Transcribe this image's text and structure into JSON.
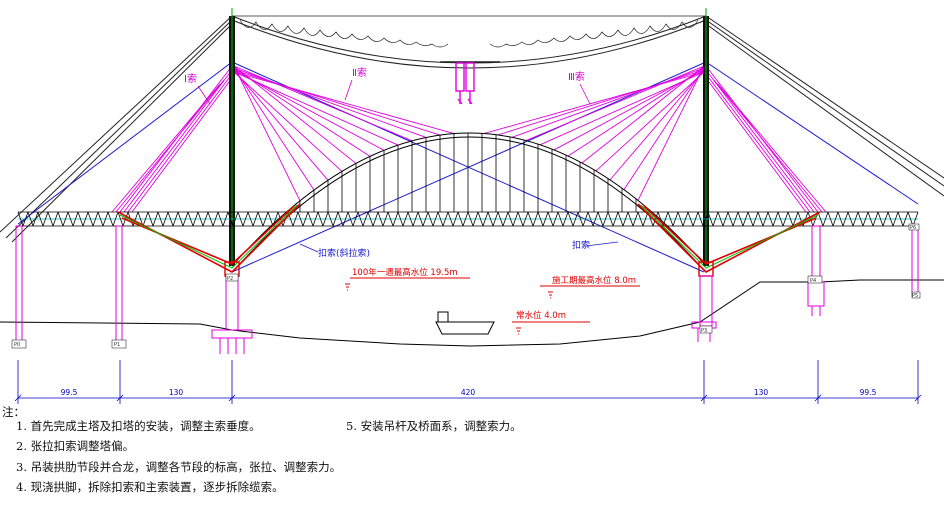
{
  "labels": {
    "cable_left": "Ⅰ索",
    "cable_mid": "Ⅱ索",
    "cable_right": "Ⅲ索",
    "cable_left_low": "扣索(斜拉索)",
    "cable_right_low": "扣索",
    "water_high": "100年一遇最高水位 19.5m",
    "water_low": "施工期最高水位 8.0m",
    "water_normal": "常水位 4.0m"
  },
  "piers": {
    "p1": "P0",
    "p2": "P1",
    "p3": "P2",
    "p4": "P3",
    "p5": "P4",
    "p6": "P5",
    "p7": "P6"
  },
  "dims": [
    "99.5",
    "130",
    "420",
    "130",
    "99.5"
  ],
  "notes_title": "注：",
  "notes": [
    "1. 首先完成主塔及扣塔的安装，调整主索垂度。",
    "2. 张拉扣索调整塔偏。",
    "3. 吊装拱肋节段并合龙，调整各节段的标高，张拉、调整索力。",
    "4. 现浇拱脚，拆除扣索和主索装置，逐步拆除缆索。",
    "5. 安装吊杆及桥面系，调整索力。"
  ]
}
